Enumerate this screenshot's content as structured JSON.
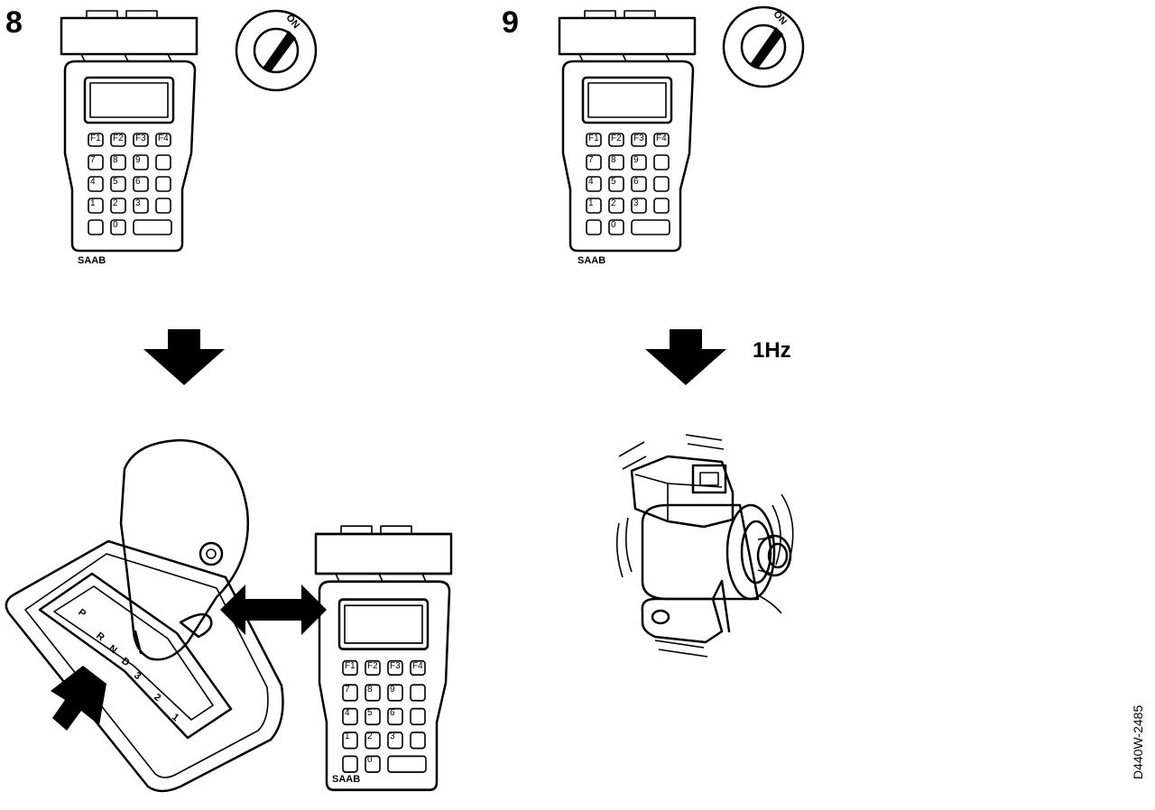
{
  "steps": [
    {
      "number": "8"
    },
    {
      "number": "9"
    }
  ],
  "ignition_label": "ON",
  "frequency_label": "1Hz",
  "figure_code": "D440W-2485",
  "tester": {
    "brand": "SAAB",
    "keys": [
      "F1",
      "F2",
      "F3",
      "F4",
      "7",
      "8",
      "9",
      "",
      "4",
      "5",
      "6",
      "",
      "1",
      "2",
      "3",
      "",
      "",
      "0",
      ""
    ]
  },
  "gear_selector": {
    "positions": [
      "P",
      "R",
      "N",
      "D",
      "3",
      "2",
      "1"
    ]
  }
}
